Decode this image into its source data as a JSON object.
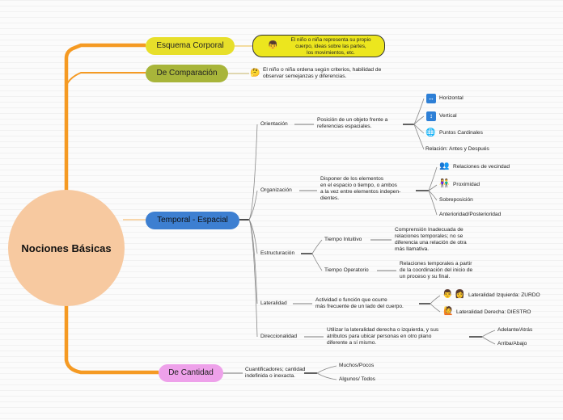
{
  "root": {
    "label": "Nociones Básicas"
  },
  "colors": {
    "root": "#f7c9a0",
    "trunk": "#f59a23",
    "esquema": "#e7df2a",
    "comparacion": "#a8b53a",
    "temporal": "#3d7fd1",
    "cantidad": "#eea1ea",
    "callout": "#ece61e"
  },
  "branches": {
    "esquema": {
      "label": "Esquema Corporal",
      "note": [
        "El niño o niña representa su propio",
        "cuerpo, ideas sobre las partes,",
        "los movimientos, etc."
      ],
      "note_icon": "child-face-icon"
    },
    "comparacion": {
      "label": "De Comparación",
      "note": [
        "El niño o niña ordena según criterios, habilidad de",
        "observar semejanzas y diferencias."
      ],
      "note_icon": "thinking-face-icon"
    },
    "temporal": {
      "label": "Temporal - Espacial",
      "orientacion": {
        "label": "Orientación",
        "desc": [
          "Posición de un objeto frente a",
          "referencias espaciales."
        ],
        "items": [
          "Horizontal",
          "Vertical",
          "Puntos Cardinales",
          "Relación: Antes y Después"
        ]
      },
      "organizacion": {
        "label": "Organización",
        "desc": [
          "Disponer de los elementos",
          "en el espacio o tiempo, o ambos",
          "a la vez entre elementos indepen-",
          "dientes."
        ],
        "items": [
          "Relaciones de vecindad",
          "Proximidad",
          "Sobreposición",
          "Anterioridad/Posterioridad"
        ]
      },
      "estructuracion": {
        "label": "Estructuración",
        "intuitivo": {
          "label": "Tiempo Intuitivo",
          "desc": [
            "Comprensión Inadecuada de",
            "relaciones temporales; no se",
            "diferencia una relación de otra",
            "más llamativa."
          ]
        },
        "operatorio": {
          "label": "Tiempo Operatorio",
          "desc": [
            "Relaciones temporales a partir",
            "de la coordinación del inicio de",
            "un proceso y su final."
          ]
        }
      },
      "lateralidad": {
        "label": "Lateralidad",
        "desc": [
          "Actividad o función que ocurre",
          "más frecuente de un lado del cuerpo."
        ],
        "items": [
          "Lateralidad Izquierda: ZURDO",
          "Lateralidad Derecha: DIESTRO"
        ]
      },
      "direccionalidad": {
        "label": "Direccionalidad",
        "desc": [
          "Utilizar la lateralidad derecha o izquierda, y sus",
          "atributos para ubicar personas en otro plano",
          "diferente a sí mismo."
        ],
        "items": [
          "Adelante/Atrás",
          "Arriba/Abajo"
        ]
      }
    },
    "cantidad": {
      "label": "De Cantidad",
      "desc": [
        "Cuantificadores; cantidad",
        "indefinida o inexacta."
      ],
      "items": [
        "Muchos/Pocos",
        "Algunos/ Todos"
      ]
    }
  }
}
